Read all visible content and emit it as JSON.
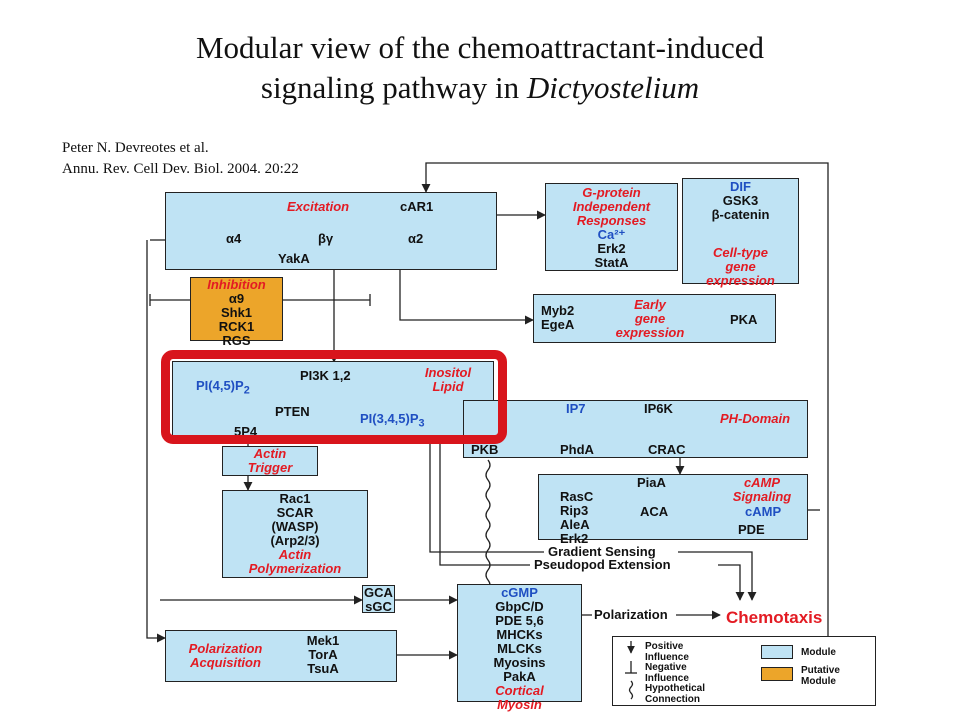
{
  "title": {
    "line1": "Modular view of the chemoattractant-induced",
    "line2_prefix": "signaling pathway in ",
    "line2_italic": "Dictyostelium"
  },
  "citation": {
    "line1": "Peter N. Devreotes et al.",
    "line2": "Annu. Rev. Cell Dev. Biol. 2004. 20:22"
  },
  "excitation": {
    "label": "Excitation",
    "car1": "cAR1",
    "a4": "α4",
    "bg": "βγ",
    "a2": "α2",
    "yaka": "YakA"
  },
  "inhibition": {
    "label": "Inhibition",
    "items": [
      "α9",
      "Shk1",
      "RCK1",
      "RGS"
    ]
  },
  "gprotein": {
    "label1": "G-protein",
    "label2": "Independent",
    "label3": "Responses",
    "ca": "Ca²⁺",
    "erk2": "Erk2",
    "stata": "StatA"
  },
  "dif": {
    "title": "DIF",
    "gsk3": "GSK3",
    "bcat": "β-catenin",
    "cell1": "Cell-type",
    "cell2": "gene",
    "cell3": "expression"
  },
  "early": {
    "myb2": "Myb2",
    "egea": "EgeA",
    "label1": "Early",
    "label2": "gene",
    "label3": "expression",
    "pka": "PKA"
  },
  "inositol": {
    "label1": "Inositol",
    "label2": "Lipid",
    "pi45": "PI(4,5)P",
    "pi45_sub": "2",
    "pi3k": "PI3K 1,2",
    "pten": "PTEN",
    "pi345": "PI(3,4,5)P",
    "pi345_sub": "3",
    "p54": "5P4"
  },
  "phdomain": {
    "ip7": "IP7",
    "ip6k": "IP6K",
    "label": "PH-Domain",
    "pkb": "PKB",
    "phda": "PhdA",
    "crac": "CRAC"
  },
  "actin_trigger": {
    "label1": "Actin",
    "label2": "Trigger"
  },
  "actin_poly": {
    "items": [
      "Rac1",
      "SCAR",
      "(WASP)",
      "(Arp2/3)"
    ],
    "label1": "Actin",
    "label2": "Polymerization"
  },
  "camp": {
    "piaa": "PiaA",
    "label1": "cAMP",
    "label2": "Signaling",
    "items": [
      "RasC",
      "Rip3",
      "AleA",
      "Erk2"
    ],
    "aca": "ACA",
    "camp": "cAMP",
    "pde": "PDE"
  },
  "gradient_sensing": "Gradient Sensing",
  "pseudopod": "Pseudopod Extension",
  "gca": {
    "gca": "GCA",
    "sgc": "sGC"
  },
  "myosin": {
    "cgmp": "cGMP",
    "items": [
      "GbpC/D",
      "PDE 5,6",
      "MHCKs",
      "MLCKs",
      "Myosins",
      "PakA"
    ],
    "label1": "Cortical",
    "label2": "Myosin"
  },
  "polarization": "Polarization",
  "chemotaxis": "Chemotaxis",
  "polacq": {
    "label1": "Polarization",
    "label2": "Acquisition",
    "items": [
      "Mek1",
      "TorA",
      "TsuA"
    ]
  },
  "legend": {
    "positive1": "Positive",
    "positive2": "Influence",
    "negative1": "Negative",
    "negative2": "Influence",
    "hyp1": "Hypothetical",
    "hyp2": "Connection",
    "module": "Module",
    "putative1": "Putative",
    "putative2": "Module"
  },
  "colors": {
    "module": "#bfe3f4",
    "putative": "#eca52a",
    "label_red": "#e31b23",
    "label_blue": "#1f4fc2",
    "highlight": "#d8151c"
  }
}
